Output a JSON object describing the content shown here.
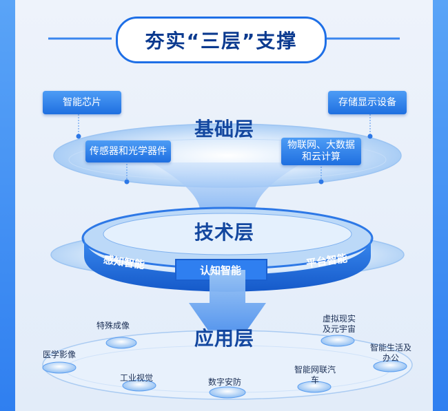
{
  "title": "夯实“三层”支撑",
  "layers": {
    "base": {
      "title": "基础层",
      "items": [
        "智能芯片",
        "存储显示设备",
        "传感器和光学器件",
        "物联网、大数据和云计算"
      ]
    },
    "tech": {
      "title": "技术层",
      "items": [
        "感知智能",
        "认知智能",
        "平台智能"
      ]
    },
    "app": {
      "title": "应用层",
      "items": [
        "特殊成像",
        "虚拟现实及元宇宙",
        "医学影像",
        "智能生活及办公",
        "工业视觉",
        "数字安防",
        "智能网联汽车"
      ]
    }
  },
  "colors": {
    "accent": "#1e6fe6",
    "title_text": "#0b3a8f",
    "layer_text": "#13479f"
  }
}
